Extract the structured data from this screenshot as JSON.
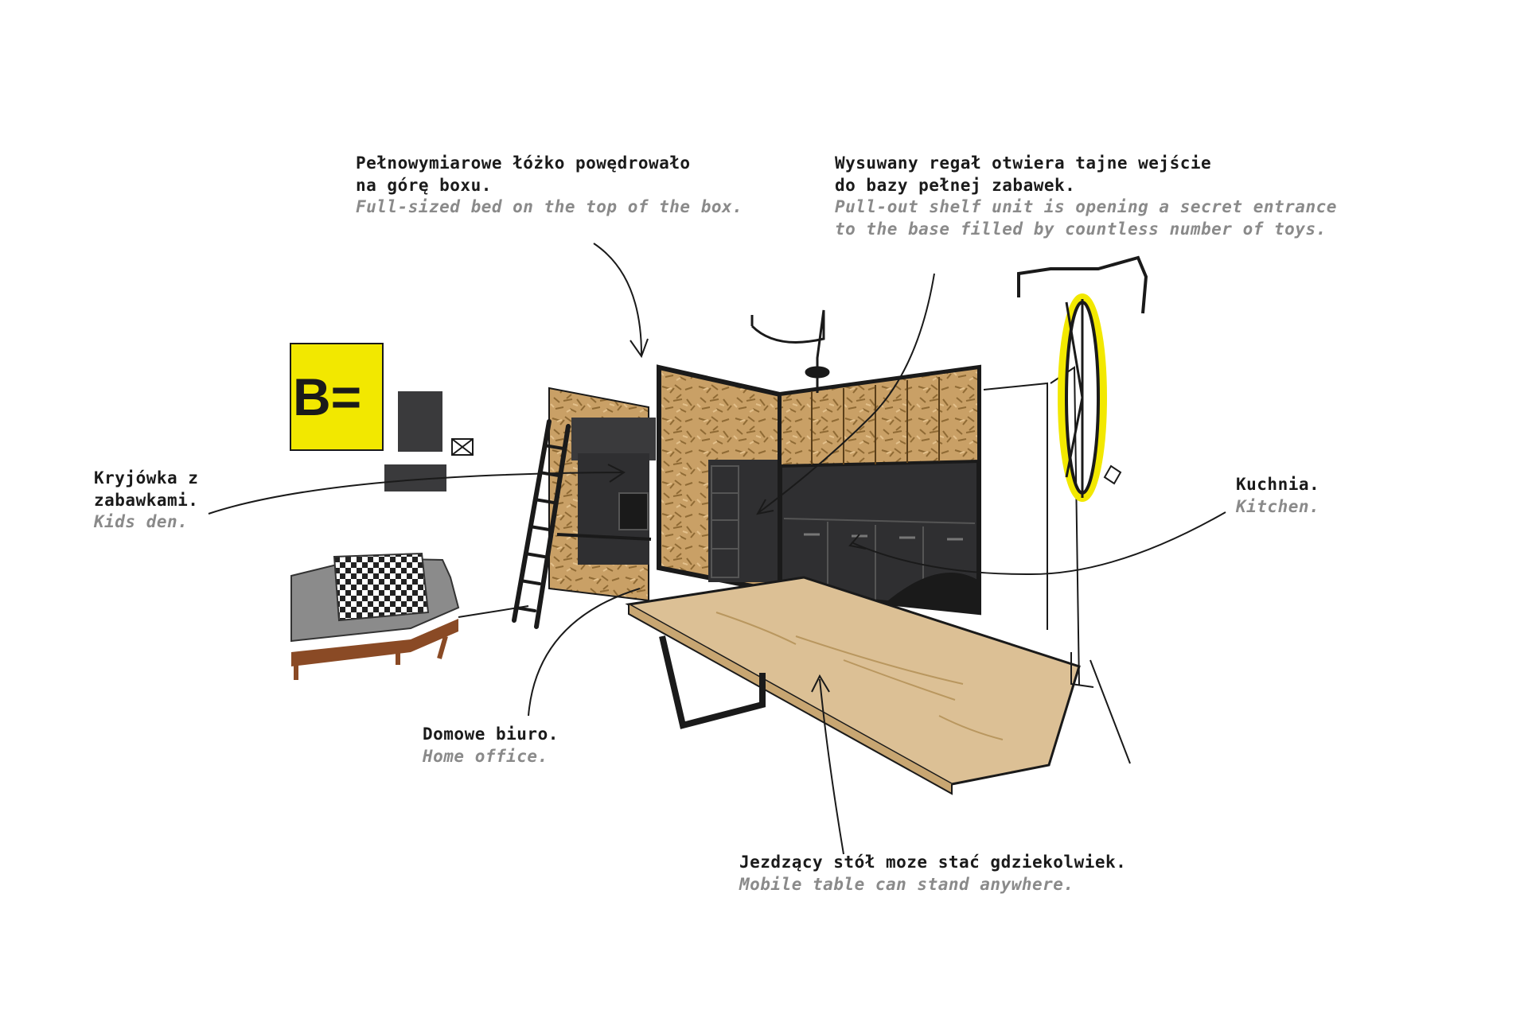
{
  "annotations": {
    "bed": {
      "pl": [
        "Pełnowymiarowe łóżko powędrowało",
        "na górę boxu."
      ],
      "en": [
        "Full-sized bed on the top of the box."
      ]
    },
    "shelf": {
      "pl": [
        "Wysuwany regał otwiera tajne wejście",
        "do bazy pełnej zabawek."
      ],
      "en": [
        "Pull-out shelf unit is opening a secret entrance",
        "to the base filled by countless number of toys."
      ]
    },
    "kids_den": {
      "pl": [
        "Kryjówka z",
        "zabawkami."
      ],
      "en": [
        "Kids den."
      ]
    },
    "kitchen": {
      "pl": [
        "Kuchnia."
      ],
      "en": [
        "Kitchen."
      ]
    },
    "home_office": {
      "pl": [
        "Domowe biuro."
      ],
      "en": [
        "Home office."
      ]
    },
    "table": {
      "pl": [
        "Jezdzący stół moze stać gdziekolwiek."
      ],
      "en": [
        "Mobile table can stand anywhere."
      ]
    }
  },
  "logo": {
    "text": "B="
  },
  "colors": {
    "osb": "#c9a066",
    "osb_dark": "#a87c3e",
    "charcoal": "#2f2f31",
    "plywood": "#dcc095",
    "accent_yellow": "#f2e800",
    "sofa_grey": "#8b8b8b",
    "sofa_wood": "#8a4a25",
    "note_pl": "#1a1a1a",
    "note_en": "#8a8a8a"
  }
}
